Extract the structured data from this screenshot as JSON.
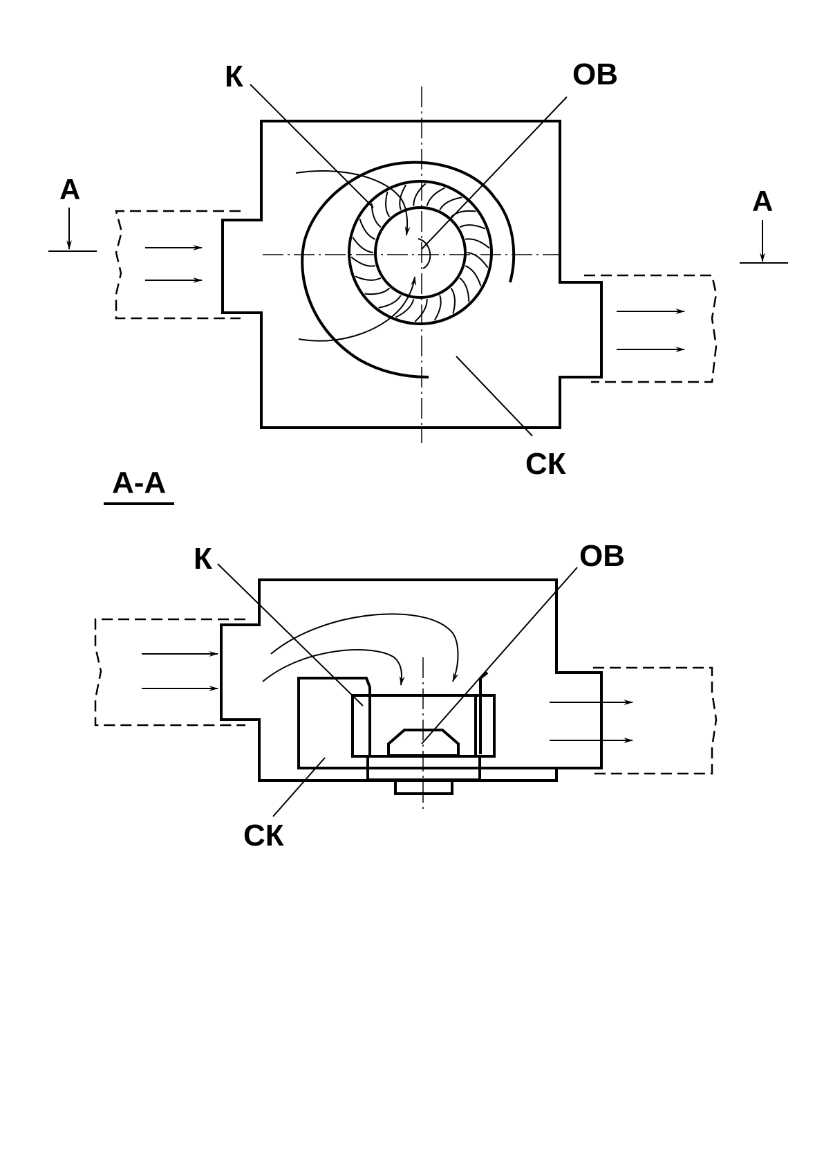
{
  "plan_view": {
    "label_k": "К",
    "label_ov": "ОВ",
    "label_sk": "СК",
    "label_a_left": "А",
    "label_a_right": "А"
  },
  "section_view": {
    "title": "А-А",
    "label_k": "К",
    "label_ov": "ОВ",
    "label_sk": "СК"
  }
}
